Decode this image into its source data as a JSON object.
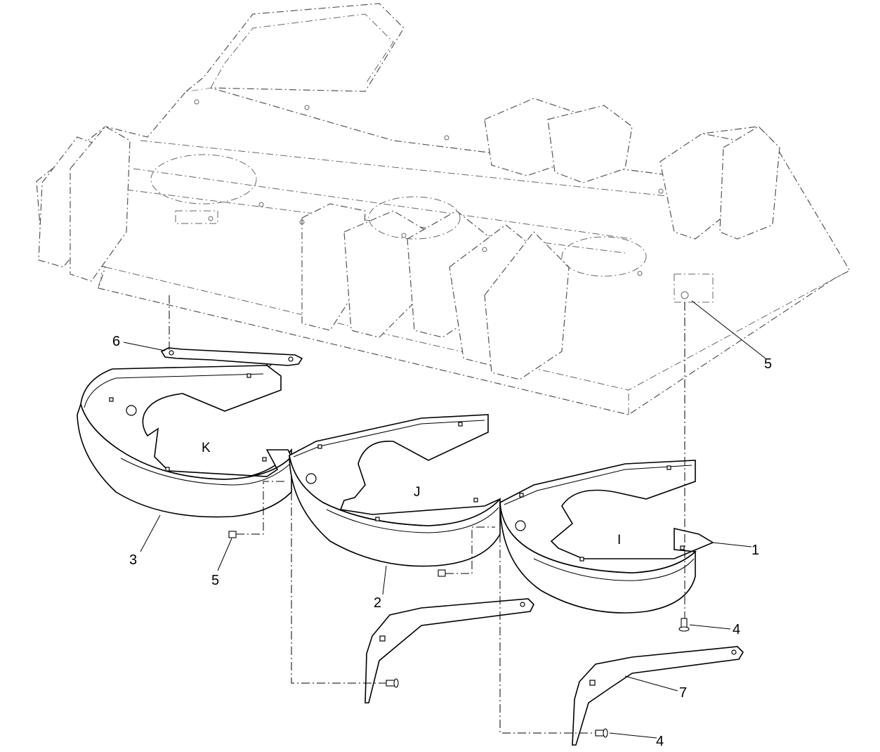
{
  "diagram": {
    "callouts": [
      "1",
      "2",
      "3",
      "4",
      "4",
      "5",
      "5",
      "6",
      "7"
    ],
    "zones": [
      "K",
      "J",
      "I"
    ]
  }
}
